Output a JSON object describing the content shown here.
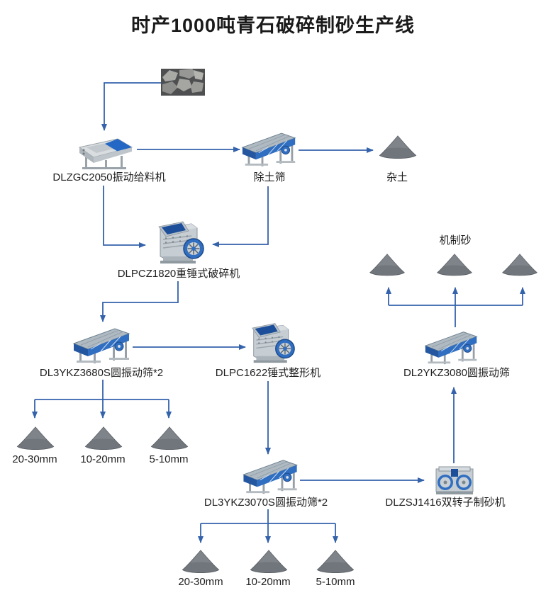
{
  "title": "时产1000吨青石破碎制砂生产线",
  "flow": {
    "feeder_label": "DLZGC2050振动给料机",
    "soil_screen_label": "除土筛",
    "waste_soil_label": "杂土",
    "heavy_hammer_crusher_label": "DLPCZ1820重锤式破碎机",
    "circular_screen_3680_label": "DL3YKZ3680S圆振动筛*2",
    "hammer_shaper_label": "DLPC1622锤式整形机",
    "circular_screen_3070_label": "DL3YKZ3070S圆振动筛*2",
    "dual_rotor_sand_maker_label": "DLZSJ1416双转子制砂机",
    "circular_screen_3080_label": "DL2YKZ3080圆振动筛",
    "machine_made_sand_label": "机制砂",
    "left_piles": [
      "20-30mm",
      "10-20mm",
      "5-10mm"
    ],
    "bottom_piles": [
      "20-30mm",
      "10-20mm",
      "5-10mm"
    ]
  },
  "colors": {
    "arrow": "#3462ab",
    "pile": "#71767d",
    "machine_blue": "#2f6ec0",
    "text": "#1a1a1a"
  }
}
